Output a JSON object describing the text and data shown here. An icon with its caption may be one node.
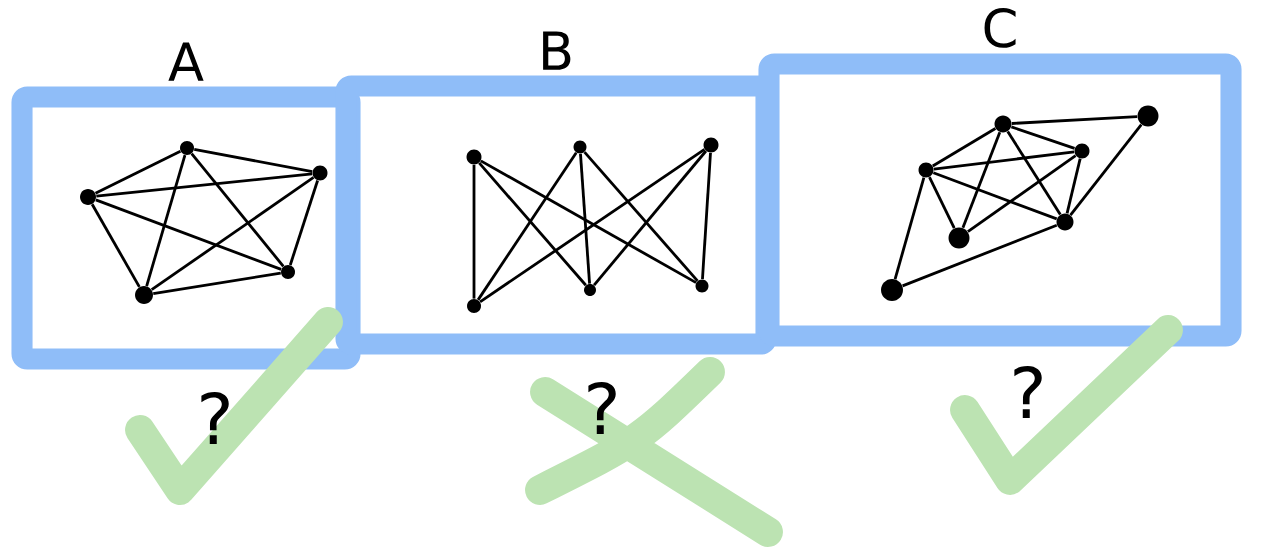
{
  "diagram": {
    "nodes": [
      {
        "text": [
          "A"
        ]
      },
      {
        "text": [
          "B"
        ]
      },
      {
        "text": [
          "C"
        ]
      },
      {
        "text": [],
        "shape": "circle",
        "in": 0
      },
      {
        "text": [],
        "shape": "circle",
        "in": 0
      },
      {
        "text": [],
        "shape": "circle",
        "in": 0
      },
      {
        "text": [],
        "shape": "circle",
        "in": 0
      },
      {
        "text": [],
        "shape": "circle",
        "in": 0
      },
      {
        "text": [],
        "shape": "circle",
        "in": 1
      },
      {
        "text": [],
        "shape": "circle",
        "in": 1
      },
      {
        "text": [],
        "shape": "circle",
        "in": 1
      },
      {
        "text": [],
        "shape": "circle",
        "in": 1
      },
      {
        "text": [],
        "shape": "circle",
        "in": 1
      },
      {
        "text": [],
        "shape": "circle",
        "in": 1
      },
      {
        "text": [],
        "shape": "circle",
        "in": 2
      },
      {
        "text": [],
        "shape": "circle",
        "in": 2
      },
      {
        "text": [],
        "shape": "circle",
        "in": 2
      },
      {
        "text": [],
        "shape": "circle",
        "in": 2
      },
      {
        "text": [],
        "shape": "circle",
        "in": 2
      },
      {
        "text": [],
        "shape": "circle",
        "in": 2
      },
      {
        "text": [],
        "shape": "circle",
        "in": 2
      }
    ],
    "edges": [
      {
        "from": 3,
        "to": 4,
        "arrow": "none"
      },
      {
        "from": 3,
        "to": 5,
        "arrow": "none"
      },
      {
        "from": 3,
        "to": 6,
        "arrow": "none"
      },
      {
        "from": 3,
        "to": 7,
        "arrow": "none"
      },
      {
        "from": 4,
        "to": 5,
        "arrow": "none"
      },
      {
        "from": 4,
        "to": 6,
        "arrow": "none"
      },
      {
        "from": 4,
        "to": 7,
        "arrow": "none"
      },
      {
        "from": 5,
        "to": 6,
        "arrow": "none"
      },
      {
        "from": 5,
        "to": 7,
        "arrow": "none"
      },
      {
        "from": 6,
        "to": 7,
        "arrow": "none"
      },
      {
        "from": 8,
        "to": 11,
        "arrow": "none"
      },
      {
        "from": 8,
        "to": 12,
        "arrow": "none"
      },
      {
        "from": 8,
        "to": 13,
        "arrow": "none"
      },
      {
        "from": 9,
        "to": 11,
        "arrow": "none"
      },
      {
        "from": 9,
        "to": 12,
        "arrow": "none"
      },
      {
        "from": 9,
        "to": 13,
        "arrow": "none"
      },
      {
        "from": 10,
        "to": 11,
        "arrow": "none"
      },
      {
        "from": 10,
        "to": 12,
        "arrow": "none"
      },
      {
        "from": 10,
        "to": 13,
        "arrow": "none"
      },
      {
        "from": 15,
        "to": 17,
        "arrow": "none"
      },
      {
        "from": 14,
        "to": 15,
        "arrow": "none"
      },
      {
        "from": 14,
        "to": 16,
        "arrow": "none"
      },
      {
        "from": 15,
        "to": 16,
        "arrow": "none"
      },
      {
        "from": 14,
        "to": 18,
        "arrow": "none"
      },
      {
        "from": 14,
        "to": 19,
        "arrow": "none"
      },
      {
        "from": 14,
        "to": 20,
        "arrow": "none"
      },
      {
        "from": 15,
        "to": 18,
        "arrow": "none"
      },
      {
        "from": 15,
        "to": 19,
        "arrow": "none"
      },
      {
        "from": 16,
        "to": 18,
        "arrow": "none"
      },
      {
        "from": 16,
        "to": 19,
        "arrow": "none"
      },
      {
        "from": 17,
        "to": 19,
        "arrow": "none"
      },
      {
        "from": 20,
        "to": 19,
        "arrow": "none"
      }
    ],
    "labels": [
      "?",
      "?",
      "?"
    ]
  }
}
